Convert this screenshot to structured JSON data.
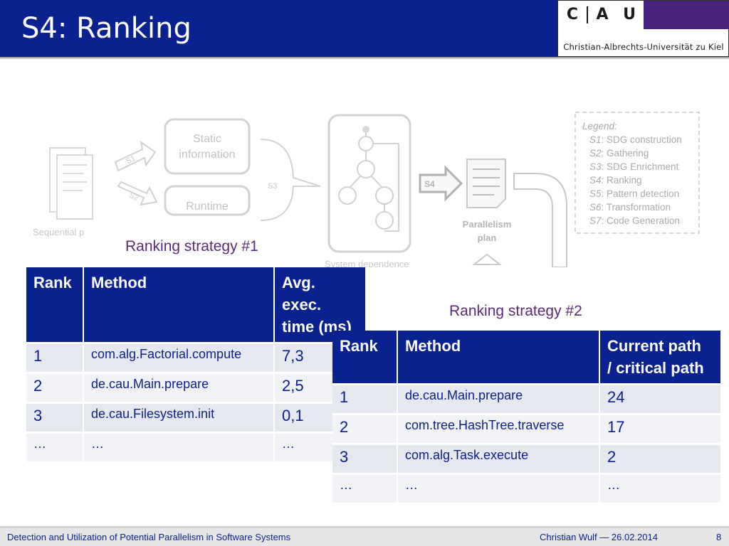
{
  "slide": {
    "title": "S4: Ranking",
    "page_number": "8"
  },
  "logo": {
    "letters": [
      "C",
      "A",
      "U"
    ],
    "name": "Christian-Albrechts-Universität zu Kiel"
  },
  "diagram": {
    "static_info": "Static information",
    "runtime": "Runtime",
    "sequential": "Sequential p",
    "s1": "S1",
    "s2": "S2",
    "s3": "S3",
    "s4": "S4",
    "sdg_label": "System dependence",
    "plan_label_1": "Parallelism",
    "plan_label_2": "plan",
    "legend": {
      "title": "Legend:",
      "items": [
        {
          "key": "S1",
          "text": ": SDG construction"
        },
        {
          "key": "S2",
          "text": ": Gathering"
        },
        {
          "key": "S3",
          "text": ": SDG Enrichment"
        },
        {
          "key": "S4",
          "text": ": Ranking"
        },
        {
          "key": "S5",
          "text": ": Pattern detection"
        },
        {
          "key": "S6",
          "text": ": Transformation"
        },
        {
          "key": "S7",
          "text": ": Code Generation"
        }
      ]
    }
  },
  "strategy1": {
    "label": "Ranking strategy #1",
    "headers": [
      "Rank",
      "Method",
      "Avg. exec.",
      "time (ms)"
    ],
    "rows": [
      {
        "rank": "1",
        "method": "com.alg.Factorial.compute",
        "value": "7,3"
      },
      {
        "rank": "2",
        "method": "de.cau.Main.prepare",
        "value": "2,5"
      },
      {
        "rank": "3",
        "method": "de.cau.Filesystem.init",
        "value": "0,1"
      },
      {
        "rank": "…",
        "method": "…",
        "value": "…"
      }
    ]
  },
  "strategy2": {
    "label": "Ranking strategy #2",
    "headers": [
      "Rank",
      "Method",
      "Current path",
      "/ critical path"
    ],
    "rows": [
      {
        "rank": "1",
        "method": "de.cau.Main.prepare",
        "value": "24"
      },
      {
        "rank": "2",
        "method": "com.tree.HashTree.traverse",
        "value": "17"
      },
      {
        "rank": "3",
        "method": "com.alg.Task.execute",
        "value": "2"
      },
      {
        "rank": "…",
        "method": "…",
        "value": "…"
      }
    ]
  },
  "footer": {
    "left": "Detection and Utilization of Potential Parallelism in Software Systems",
    "right": "Christian Wulf — 26.02.2014"
  },
  "colors": {
    "title_bar": "#0a2190",
    "header_cell": "#0a2190",
    "body_cell": "#e6e8f0",
    "strategy_label": "#5a2a7a",
    "logo_purple": "#4a2280"
  }
}
